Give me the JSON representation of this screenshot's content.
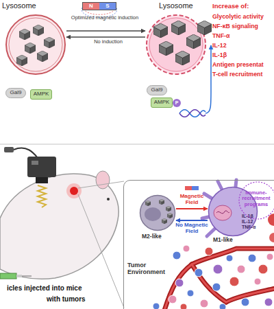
{
  "diagram": {
    "nodes": [
      {
        "text": [
          "Lysosome"
        ]
      },
      {
        "text": [
          "Gal9"
        ]
      },
      {
        "text": [
          "AMPK"
        ]
      },
      {
        "text": [
          "N",
          "S"
        ]
      },
      {
        "text": [
          "Lysosome"
        ]
      },
      {
        "text": [
          "Gal9"
        ]
      },
      {
        "text": [
          "AMPK"
        ]
      },
      {
        "text": [
          "Tumor Environment"
        ]
      },
      {
        "text": [
          "M2-like"
        ],
        "in": 7
      },
      {
        "text": [
          "M1-like",
          "Immune-recruitment programs",
          "IL-1β IL-12 TNF-α"
        ],
        "in": 7
      }
    ],
    "edges": [
      {
        "from": 0,
        "to": 4,
        "label": "Optimized magnetic induction",
        "arrow": "to"
      },
      {
        "from": 4,
        "to": 0,
        "label": "No induction",
        "arrow": "to"
      },
      {
        "from": 8,
        "to": 9,
        "label": "Magnetic Field",
        "arrow": "to"
      },
      {
        "from": 9,
        "to": 8,
        "label": "No Magnetic Field",
        "arrow": "to"
      }
    ],
    "labels": [
      "Increase of:",
      "Glycolytic activity",
      "NF-κB signaling",
      "TNF-α",
      "IL-12",
      "IL-1β",
      "Antigen presentat",
      "T-cell recruitment",
      "P",
      "icles injected into mice",
      "with tumors"
    ]
  }
}
